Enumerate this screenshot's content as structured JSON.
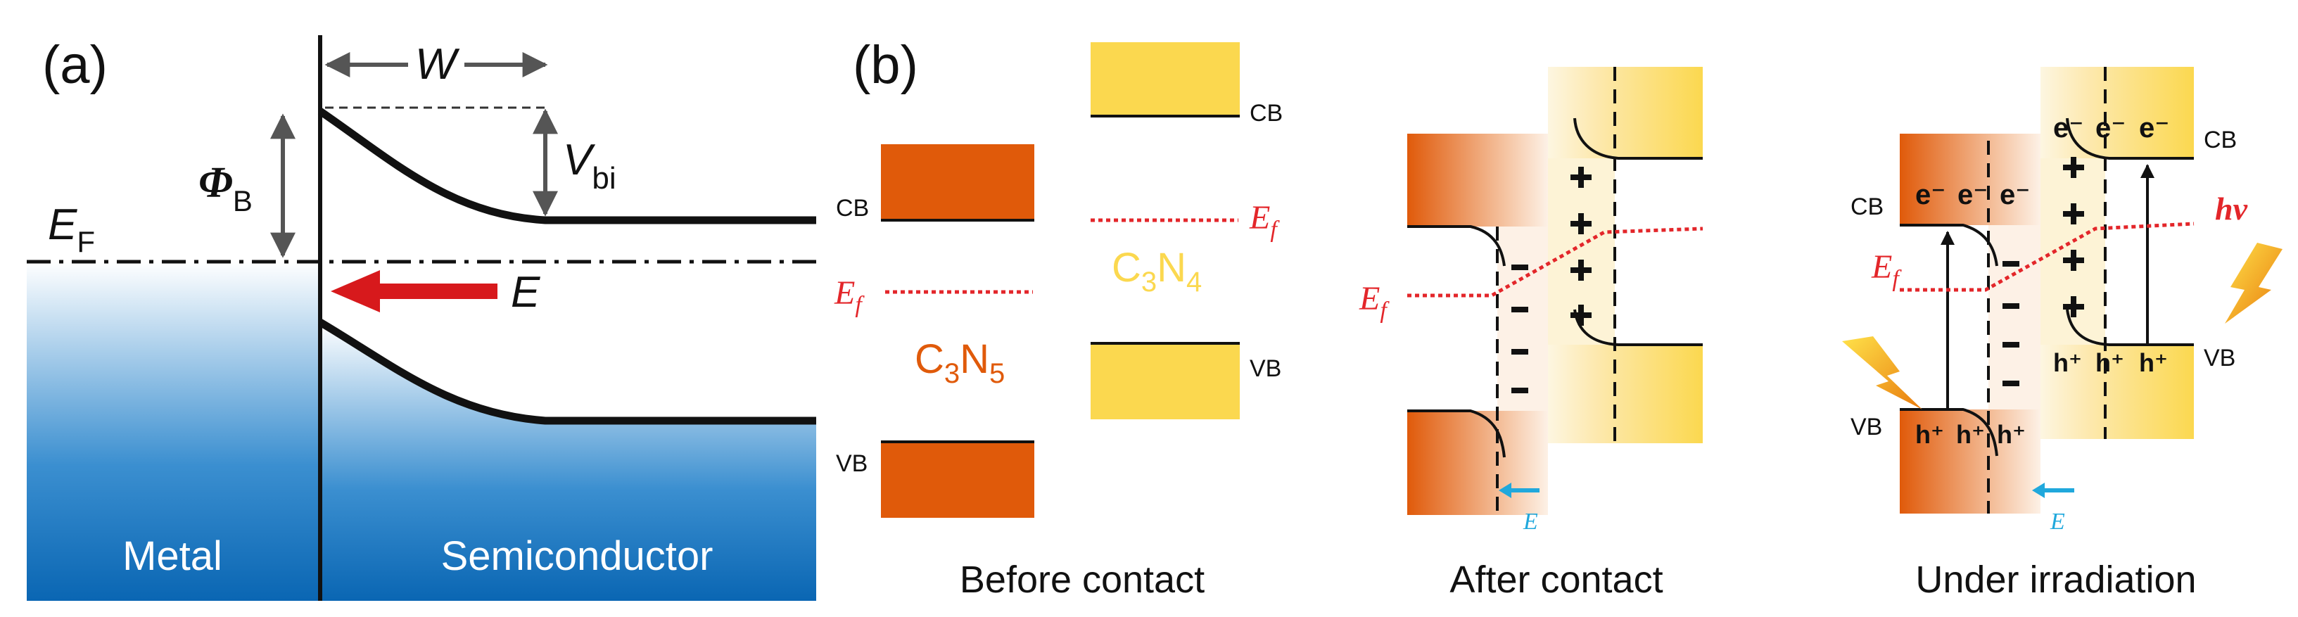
{
  "panel_a": {
    "label": "(a)",
    "width_symbol": "W",
    "barrier_symbol": "Φ",
    "barrier_sub": "B",
    "fermi_symbol": "E",
    "fermi_sub": "F",
    "vbi_symbol": "V",
    "vbi_sub": "bi",
    "field_symbol": "E",
    "metal_label": "Metal",
    "semiconductor_label": "Semiconductor"
  },
  "panel_b": {
    "label": "(b)",
    "before": {
      "caption": "Before contact",
      "c3n5_cb": "CB",
      "c3n5_vb": "VB",
      "c3n4_cb": "CB",
      "c3n4_vb": "VB",
      "ef_left": "E",
      "ef_left_sub": "f",
      "ef_right": "E",
      "ef_right_sub": "f",
      "c3n5": {
        "c": "C",
        "n": "N",
        "sub1": "3",
        "sub2": "5"
      },
      "c3n4": {
        "c": "C",
        "n": "N",
        "sub1": "3",
        "sub2": "4"
      }
    },
    "after": {
      "caption": "After contact",
      "ef": "E",
      "ef_sub": "f",
      "field": "E"
    },
    "irradiation": {
      "caption": "Under irradiation",
      "cb_left": "CB",
      "vb_left": "VB",
      "cb_right": "CB",
      "vb_right": "VB",
      "ef": "E",
      "ef_sub": "f",
      "hv": "hν",
      "field": "E",
      "electrons_left": [
        "e⁻",
        "e⁻",
        "e⁻"
      ],
      "electrons_right": [
        "e⁻",
        "e⁻",
        "e⁻"
      ],
      "holes_left": [
        "h⁺",
        "h⁺",
        "h⁺"
      ],
      "holes_right": [
        "h⁺",
        "h⁺",
        "h⁺"
      ]
    }
  },
  "colors": {
    "c3n5": "#E05A0A",
    "c3n4": "#FBD84F",
    "fermi_red": "#E3262A",
    "field_red": "#D7191C",
    "field_blue": "#20A8DC",
    "metal_blue": "#0C6DB8",
    "lightning": "#F5A413"
  }
}
